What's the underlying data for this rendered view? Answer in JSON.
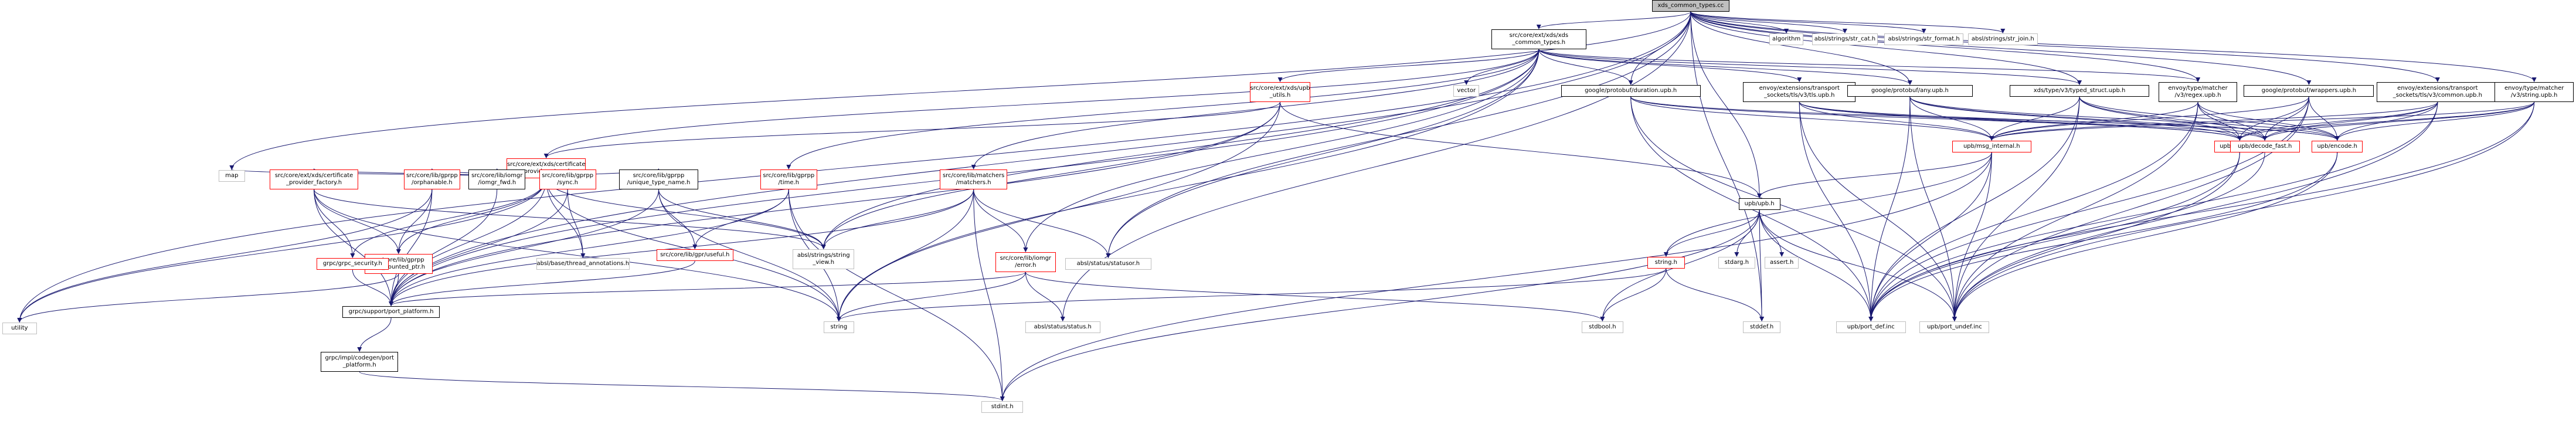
{
  "graph": {
    "nodes": [
      {
        "id": "root",
        "label": "xds_common_types.cc",
        "style": "root"
      },
      {
        "id": "n1",
        "label": "src/core/ext/xds/xds\n_common_types.h",
        "style": "black"
      },
      {
        "id": "n2",
        "label": "algorithm",
        "style": "gray"
      },
      {
        "id": "n3",
        "label": "absl/strings/str_cat.h",
        "style": "gray"
      },
      {
        "id": "n4",
        "label": "absl/strings/str_format.h",
        "style": "gray"
      },
      {
        "id": "n5",
        "label": "absl/strings/str_join.h",
        "style": "gray"
      },
      {
        "id": "n6",
        "label": "src/core/ext/xds/upb\n_utils.h",
        "style": "red"
      },
      {
        "id": "n7",
        "label": "vector",
        "style": "gray"
      },
      {
        "id": "n8",
        "label": "google/protobuf/duration.upb.h",
        "style": "black"
      },
      {
        "id": "n9",
        "label": "envoy/extensions/transport\n_sockets/tls/v3/tls.upb.h",
        "style": "black"
      },
      {
        "id": "n10",
        "label": "google/protobuf/any.upb.h",
        "style": "black"
      },
      {
        "id": "n11",
        "label": "xds/type/v3/typed_struct.upb.h",
        "style": "black"
      },
      {
        "id": "n12",
        "label": "envoy/type/matcher\n/v3/regex.upb.h",
        "style": "black"
      },
      {
        "id": "n13",
        "label": "google/protobuf/wrappers.upb.h",
        "style": "black"
      },
      {
        "id": "n14",
        "label": "envoy/extensions/transport\n_sockets/tls/v3/common.upb.h",
        "style": "black"
      },
      {
        "id": "n15",
        "label": "envoy/type/matcher\n/v3/string.upb.h",
        "style": "black"
      },
      {
        "id": "n16",
        "label": "src/core/ext/xds/certificate\n_provider_store.h",
        "style": "red"
      },
      {
        "id": "n17",
        "label": "src/core/lib/gprpp\n/time.h",
        "style": "red"
      },
      {
        "id": "n18",
        "label": "src/core/lib/matchers\n/matchers.h",
        "style": "red"
      },
      {
        "id": "n19",
        "label": "upb/msg_internal.h",
        "style": "red"
      },
      {
        "id": "n20",
        "label": "upb/decode.h",
        "style": "red"
      },
      {
        "id": "n21",
        "label": "upb/decode_fast.h",
        "style": "red"
      },
      {
        "id": "n22",
        "label": "upb/encode.h",
        "style": "red"
      },
      {
        "id": "n23",
        "label": "map",
        "style": "gray"
      },
      {
        "id": "n24",
        "label": "src/core/lib/gprpp\n/orphanable.h",
        "style": "red"
      },
      {
        "id": "n25",
        "label": "src/core/ext/xds/certificate\n_provider_factory.h",
        "style": "red"
      },
      {
        "id": "n26",
        "label": "src/core/lib/iomgr\n/iomgr_fwd.h",
        "style": "black"
      },
      {
        "id": "n27",
        "label": "src/core/lib/gprpp\n/sync.h",
        "style": "red"
      },
      {
        "id": "n28",
        "label": "src/core/lib/gprpp\n/unique_type_name.h",
        "style": "black"
      },
      {
        "id": "n29",
        "label": "upb/upb.h",
        "style": "black"
      },
      {
        "id": "n30",
        "label": "src/core/lib/gprpp\n/ref_counted_ptr.h",
        "style": "red"
      },
      {
        "id": "n31",
        "label": "grpc/grpc_security.h",
        "style": "red"
      },
      {
        "id": "n32",
        "label": "absl/base/thread_annotations.h",
        "style": "gray"
      },
      {
        "id": "n33",
        "label": "src/core/lib/gpr/useful.h",
        "style": "red"
      },
      {
        "id": "n34",
        "label": "absl/strings/string\n_view.h",
        "style": "gray"
      },
      {
        "id": "n35",
        "label": "src/core/lib/iomgr\n/error.h",
        "style": "red"
      },
      {
        "id": "n36",
        "label": "absl/status/statusor.h",
        "style": "gray"
      },
      {
        "id": "n37",
        "label": "string.h",
        "style": "red"
      },
      {
        "id": "n38",
        "label": "stdarg.h",
        "style": "gray"
      },
      {
        "id": "n39",
        "label": "assert.h",
        "style": "gray"
      },
      {
        "id": "n40",
        "label": "upb/port_def.inc",
        "style": "gray"
      },
      {
        "id": "n41",
        "label": "upb/port_undef.inc",
        "style": "gray"
      },
      {
        "id": "n42",
        "label": "utility",
        "style": "gray"
      },
      {
        "id": "n43",
        "label": "grpc/support/port_platform.h",
        "style": "black"
      },
      {
        "id": "n44",
        "label": "string",
        "style": "gray"
      },
      {
        "id": "n45",
        "label": "absl/status/status.h",
        "style": "gray"
      },
      {
        "id": "n46",
        "label": "stdbool.h",
        "style": "gray"
      },
      {
        "id": "n47",
        "label": "stddef.h",
        "style": "gray"
      },
      {
        "id": "n48",
        "label": "grpc/impl/codegen/port\n_platform.h",
        "style": "black"
      },
      {
        "id": "n49",
        "label": "stdint.h",
        "style": "gray"
      }
    ],
    "edges": [
      [
        "root",
        "n1"
      ],
      [
        "root",
        "n2"
      ],
      [
        "root",
        "n3"
      ],
      [
        "root",
        "n4"
      ],
      [
        "root",
        "n5"
      ],
      [
        "root",
        "n8"
      ],
      [
        "root",
        "n10"
      ],
      [
        "root",
        "n11"
      ],
      [
        "root",
        "n12"
      ],
      [
        "root",
        "n13"
      ],
      [
        "root",
        "n14"
      ],
      [
        "root",
        "n15"
      ],
      [
        "root",
        "n29"
      ],
      [
        "root",
        "n23"
      ],
      [
        "root",
        "n42"
      ],
      [
        "root",
        "n43"
      ],
      [
        "root",
        "n36"
      ],
      [
        "root",
        "n45"
      ],
      [
        "root",
        "n47"
      ],
      [
        "n1",
        "n6"
      ],
      [
        "n1",
        "n7"
      ],
      [
        "n1",
        "n8"
      ],
      [
        "n1",
        "n9"
      ],
      [
        "n1",
        "n10"
      ],
      [
        "n1",
        "n11"
      ],
      [
        "n1",
        "n12"
      ],
      [
        "n1",
        "n16"
      ],
      [
        "n1",
        "n17"
      ],
      [
        "n1",
        "n18"
      ],
      [
        "n1",
        "n34"
      ],
      [
        "n1",
        "n36"
      ],
      [
        "n1",
        "n44"
      ],
      [
        "n1",
        "n35"
      ],
      [
        "n1",
        "n43"
      ],
      [
        "n6",
        "n16"
      ],
      [
        "n6",
        "n29"
      ],
      [
        "n6",
        "n34"
      ],
      [
        "n6",
        "n44"
      ],
      [
        "n6",
        "n43"
      ],
      [
        "n8",
        "n19"
      ],
      [
        "n8",
        "n20"
      ],
      [
        "n8",
        "n22"
      ],
      [
        "n8",
        "n40"
      ],
      [
        "n8",
        "n41"
      ],
      [
        "n9",
        "n19"
      ],
      [
        "n9",
        "n20"
      ],
      [
        "n9",
        "n21"
      ],
      [
        "n9",
        "n22"
      ],
      [
        "n9",
        "n40"
      ],
      [
        "n9",
        "n41"
      ],
      [
        "n10",
        "n19"
      ],
      [
        "n10",
        "n20"
      ],
      [
        "n10",
        "n21"
      ],
      [
        "n10",
        "n22"
      ],
      [
        "n10",
        "n40"
      ],
      [
        "n10",
        "n41"
      ],
      [
        "n11",
        "n19"
      ],
      [
        "n11",
        "n20"
      ],
      [
        "n11",
        "n21"
      ],
      [
        "n11",
        "n22"
      ],
      [
        "n11",
        "n40"
      ],
      [
        "n11",
        "n41"
      ],
      [
        "n12",
        "n19"
      ],
      [
        "n12",
        "n20"
      ],
      [
        "n12",
        "n21"
      ],
      [
        "n12",
        "n22"
      ],
      [
        "n12",
        "n40"
      ],
      [
        "n12",
        "n41"
      ],
      [
        "n13",
        "n19"
      ],
      [
        "n13",
        "n20"
      ],
      [
        "n13",
        "n21"
      ],
      [
        "n13",
        "n22"
      ],
      [
        "n13",
        "n40"
      ],
      [
        "n13",
        "n41"
      ],
      [
        "n14",
        "n19"
      ],
      [
        "n14",
        "n20"
      ],
      [
        "n14",
        "n21"
      ],
      [
        "n14",
        "n22"
      ],
      [
        "n14",
        "n40"
      ],
      [
        "n14",
        "n41"
      ],
      [
        "n15",
        "n19"
      ],
      [
        "n15",
        "n20"
      ],
      [
        "n15",
        "n21"
      ],
      [
        "n15",
        "n22"
      ],
      [
        "n15",
        "n40"
      ],
      [
        "n15",
        "n41"
      ],
      [
        "n16",
        "n23"
      ],
      [
        "n16",
        "n24"
      ],
      [
        "n16",
        "n25"
      ],
      [
        "n16",
        "n26"
      ],
      [
        "n16",
        "n27"
      ],
      [
        "n16",
        "n28"
      ],
      [
        "n16",
        "n30"
      ],
      [
        "n16",
        "n31"
      ],
      [
        "n16",
        "n32"
      ],
      [
        "n16",
        "n34"
      ],
      [
        "n16",
        "n42"
      ],
      [
        "n16",
        "n43"
      ],
      [
        "n16",
        "n44"
      ],
      [
        "n17",
        "n33"
      ],
      [
        "n17",
        "n43"
      ],
      [
        "n17",
        "n44"
      ],
      [
        "n17",
        "n49"
      ],
      [
        "n18",
        "n34"
      ],
      [
        "n18",
        "n35"
      ],
      [
        "n18",
        "n36"
      ],
      [
        "n18",
        "n43"
      ],
      [
        "n18",
        "n44"
      ],
      [
        "n18",
        "n49"
      ],
      [
        "n19",
        "n29"
      ],
      [
        "n19",
        "n37"
      ],
      [
        "n19",
        "n40"
      ],
      [
        "n19",
        "n41"
      ],
      [
        "n19",
        "n49"
      ],
      [
        "n20",
        "n40"
      ],
      [
        "n20",
        "n41"
      ],
      [
        "n21",
        "n40"
      ],
      [
        "n22",
        "n40"
      ],
      [
        "n22",
        "n41"
      ],
      [
        "n24",
        "n30"
      ],
      [
        "n24",
        "n42"
      ],
      [
        "n24",
        "n43"
      ],
      [
        "n25",
        "n30"
      ],
      [
        "n25",
        "n31"
      ],
      [
        "n25",
        "n34"
      ],
      [
        "n25",
        "n43"
      ],
      [
        "n25",
        "n44"
      ],
      [
        "n26",
        "n43"
      ],
      [
        "n27",
        "n32"
      ],
      [
        "n27",
        "n43"
      ],
      [
        "n28",
        "n33"
      ],
      [
        "n28",
        "n34"
      ],
      [
        "n28",
        "n43"
      ],
      [
        "n28",
        "n44"
      ],
      [
        "n29",
        "n37"
      ],
      [
        "n29",
        "n38"
      ],
      [
        "n29",
        "n39"
      ],
      [
        "n29",
        "n40"
      ],
      [
        "n29",
        "n41"
      ],
      [
        "n29",
        "n46"
      ],
      [
        "n29",
        "n47"
      ],
      [
        "n29",
        "n49"
      ],
      [
        "n30",
        "n42"
      ],
      [
        "n30",
        "n43"
      ],
      [
        "n31",
        "n43"
      ],
      [
        "n33",
        "n43"
      ],
      [
        "n35",
        "n43"
      ],
      [
        "n35",
        "n45"
      ],
      [
        "n35",
        "n44"
      ],
      [
        "n35",
        "n46"
      ],
      [
        "n37",
        "n44"
      ],
      [
        "n37",
        "n46"
      ],
      [
        "n37",
        "n47"
      ],
      [
        "n43",
        "n48"
      ],
      [
        "n48",
        "n49"
      ]
    ]
  }
}
